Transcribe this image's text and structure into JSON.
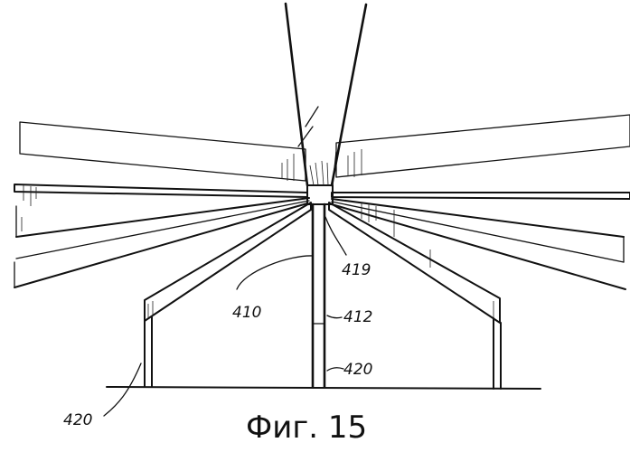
{
  "figure": {
    "caption": "Фиг. 15",
    "labels": {
      "l410": "410",
      "l412": "412",
      "l419": "419",
      "l420_center": "420",
      "l420_left": "420"
    }
  }
}
